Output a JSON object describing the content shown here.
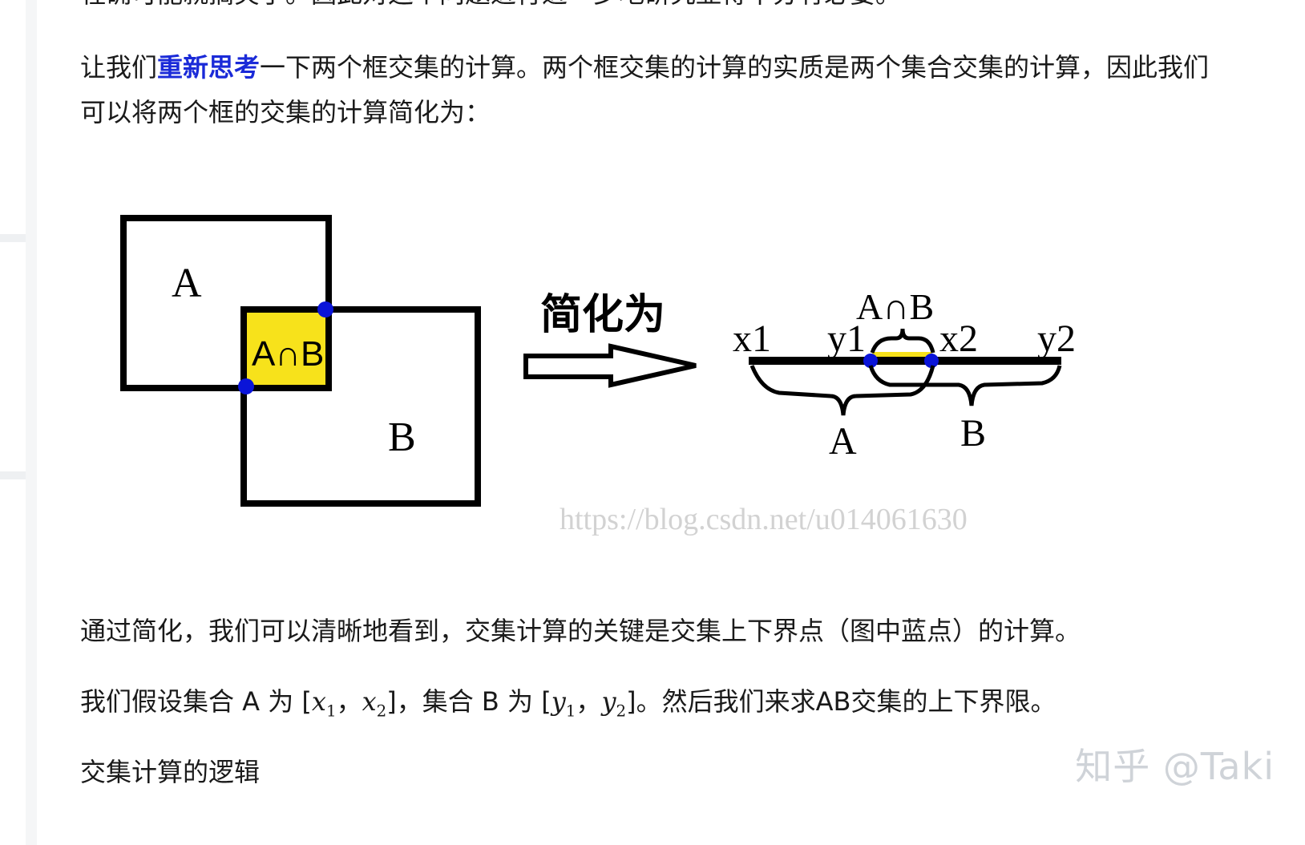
{
  "article": {
    "cut_top_text": "程确可能就搞笑了。因此对这个问题进行进一步地研究显得十分有必要。",
    "para1_prefix": "让我们",
    "para1_link": "重新思考",
    "para1_suffix": "一下两个框交集的计算。两个框交集的计算的实质是两个集合交集的计算，因此我们",
    "para2": "可以将两个框的交集的计算简化为：",
    "para3": "通过简化，我们可以清晰地看到，交集计算的关键是交集上下界点（图中蓝点）的计算。",
    "para4": {
      "prefix": "我们假设集合 A 为 [",
      "x": "x",
      "sub1": "1",
      "sub2": "2",
      "y": "y",
      "comma": "，",
      "mid": "]，集合 B 为 [",
      "suffix": "]。然后我们来求AB交集的上下界限。"
    },
    "para5": "交集计算的逻辑"
  },
  "figure": {
    "label_a": "A",
    "label_b": "B",
    "label_ab": "A∩B",
    "arrow_label": "简化为",
    "line_labels": {
      "x1": "x1",
      "y1": "y1",
      "x2": "x2",
      "y2": "y2"
    },
    "ab_top": "A∩B",
    "brace_a": "A",
    "brace_b": "B",
    "url_watermark": "https://blog.csdn.net/u014061630",
    "colors": {
      "highlight": "#f7e21b",
      "point": "#0a14d8",
      "stroke": "#000000"
    }
  },
  "watermark": "知乎 @Taki"
}
